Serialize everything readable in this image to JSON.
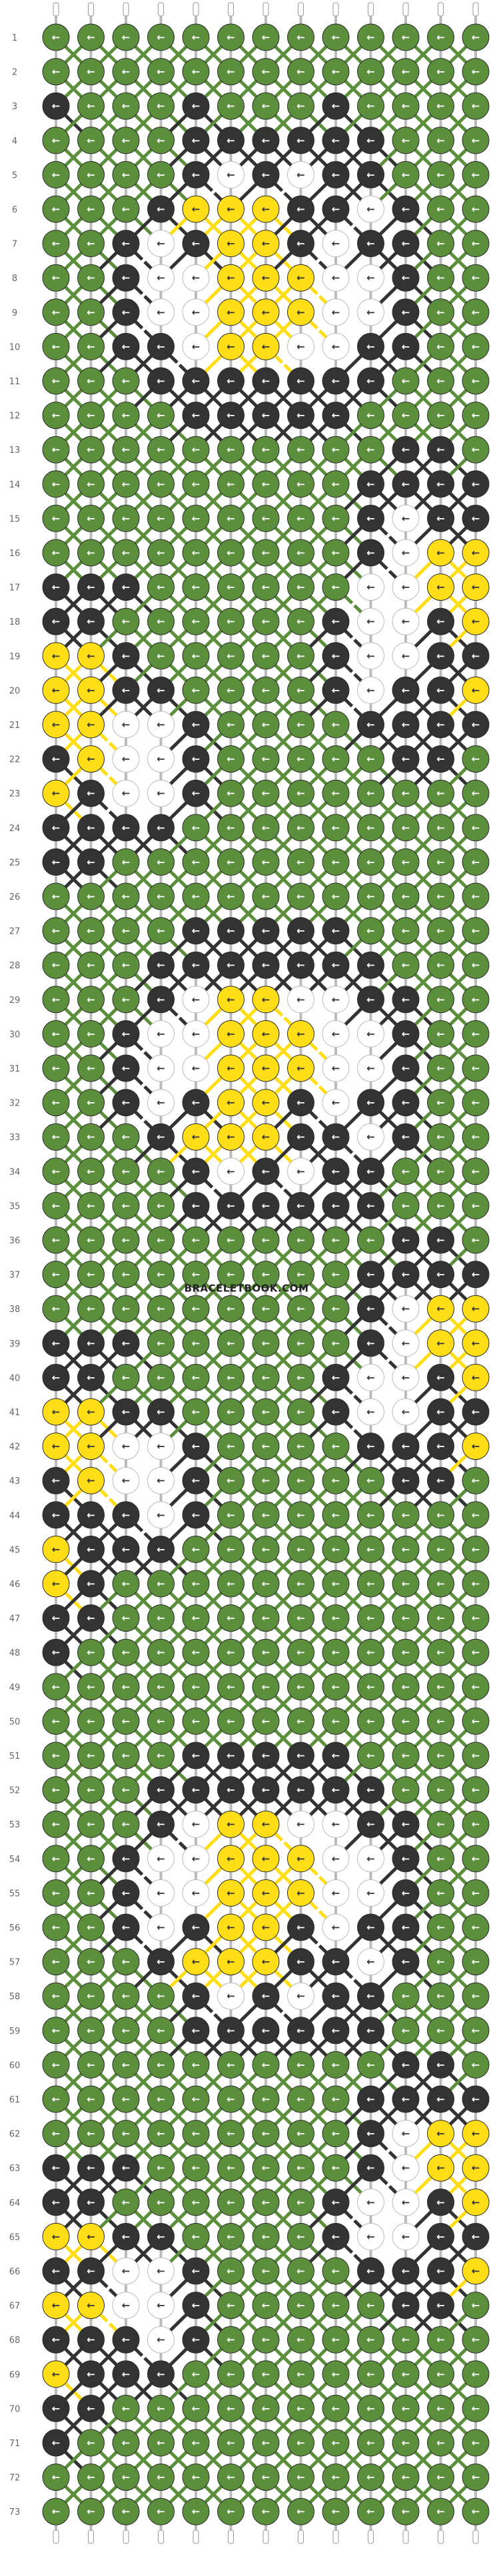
{
  "watermark": "BRACELETBOOK.COM",
  "pattern": {
    "rows": 73,
    "strings": 13,
    "row_labels": [
      "1",
      "2",
      "3",
      "4",
      "5",
      "6",
      "7",
      "8",
      "9",
      "10",
      "11",
      "12",
      "13",
      "14",
      "15",
      "16",
      "17",
      "18",
      "19",
      "20",
      "21",
      "22",
      "23",
      "24",
      "25",
      "26",
      "27",
      "28",
      "29",
      "30",
      "31",
      "32",
      "33",
      "34",
      "35",
      "36",
      "37",
      "38",
      "39",
      "40",
      "41",
      "42",
      "43",
      "44",
      "45",
      "46",
      "47",
      "48",
      "49",
      "50",
      "51",
      "52",
      "53",
      "54",
      "55",
      "56",
      "57",
      "58",
      "59",
      "60",
      "61",
      "62",
      "63",
      "64",
      "65",
      "66",
      "67",
      "68",
      "69",
      "70",
      "71",
      "72",
      "73"
    ],
    "string_colors": {
      "G": "#5b8f3c",
      "K": "#333333",
      "Y": "#ffde17",
      "W": "#ffffff"
    },
    "arrow_colors": {
      "G": "#ffffff",
      "K": "#ffffff",
      "Y": "#333333",
      "W": "#333333"
    },
    "grid": [
      "GGGGGGGGGGGGG",
      "GGGGGGGGGGGGG",
      "KGGGKGGGKGGGG",
      "GGGGKKKKKKGGG",
      "GGGGKWKWKKGGG",
      "GGGKYYYKKWKGG",
      "GGKWKYYKWKKGG",
      "GGKWWYYYWWKGG",
      "GGKWWYYYWWKGG",
      "GGKKWYYWWKKGG",
      "GGGKKKKKKKGGG",
      "GGGGKKKKKGGGG",
      "GGGGGGGGGGKKG",
      "GGGGGGGGGKKKK",
      "GGGGGGGGGKWKK",
      "GGGGGGGGGKWYY",
      "KKKGGGGGGWWYY",
      "KKGGGGGGKWWKY",
      "YYKGGGGGKWWKK",
      "YYKKGGGGKWKKY",
      "YYWWKGGGGKKKK",
      "KYWWKGGGGGKKG",
      "YKWWKGGGGGGGG",
      "KKKKGGGGGGGGG",
      "KKGGGGGGGGGGG",
      "GGGGGGGGGGGGG",
      "GGGGKKKKKGGGG",
      "GGGKKKKKKKGGG",
      "GGGKWYYWWKKGG",
      "GGKWWYYYWWKGG",
      "GGKWWYYYWWKGG",
      "GGKWKYYKWKKGG",
      "GGGKYYYKKWKGG",
      "GGGGKWKWKKGGG",
      "GGGGKKKKKKGGG",
      "GGGGGGGGGGKKG",
      "GGGGGGGGGKKKK",
      "GGGGGGGGGKWYY",
      "KKKGGGGGGKWYY",
      "KKGGGGGGKWWKY",
      "YYKKGGGGKWWKK",
      "YYWWKGGGGKKKY",
      "KYWWKGGGGGKKG",
      "KKKWKGGGGGGGG",
      "YKKKGGGGGGGGG",
      "YKGGGGGGGGGGG",
      "KKGGGGGGGGGGG",
      "KGGGGGGGGGGGG",
      "GGGGGGGGGGGGG",
      "GGGGGGGGGGGGG",
      "GGGGKKKKKGGGG",
      "GGGKKKKKKKGGG",
      "GGGKWYYWWKKGG",
      "GGKWWYYYWWKGG",
      "GGKWWYYYWWKGG",
      "GGKWKYYKWKKGG",
      "GGGKYYYKKWKGG",
      "GGGGKWKWKKGGG",
      "GGGGKKKKKKGGG",
      "GGGGGGGGGGKKG",
      "GGGGGGGGGKKKK",
      "GGGGGGGGGKWYY",
      "KKKGGGGGGKWYY",
      "KKGGGGGGKWWKY",
      "YYKKGGGGKWWKK",
      "KKWWKGGGGKKKY",
      "YYWWKGGGGGKKG",
      "KKKWKGGGGGGGG",
      "YKKKGGGGGGGGG",
      "KKGGGGGGGGGGG",
      "KGGGGGGGGGGGG",
      "GGGGGGGGGGGGG",
      "GGGGGGGGGGGGG"
    ]
  }
}
